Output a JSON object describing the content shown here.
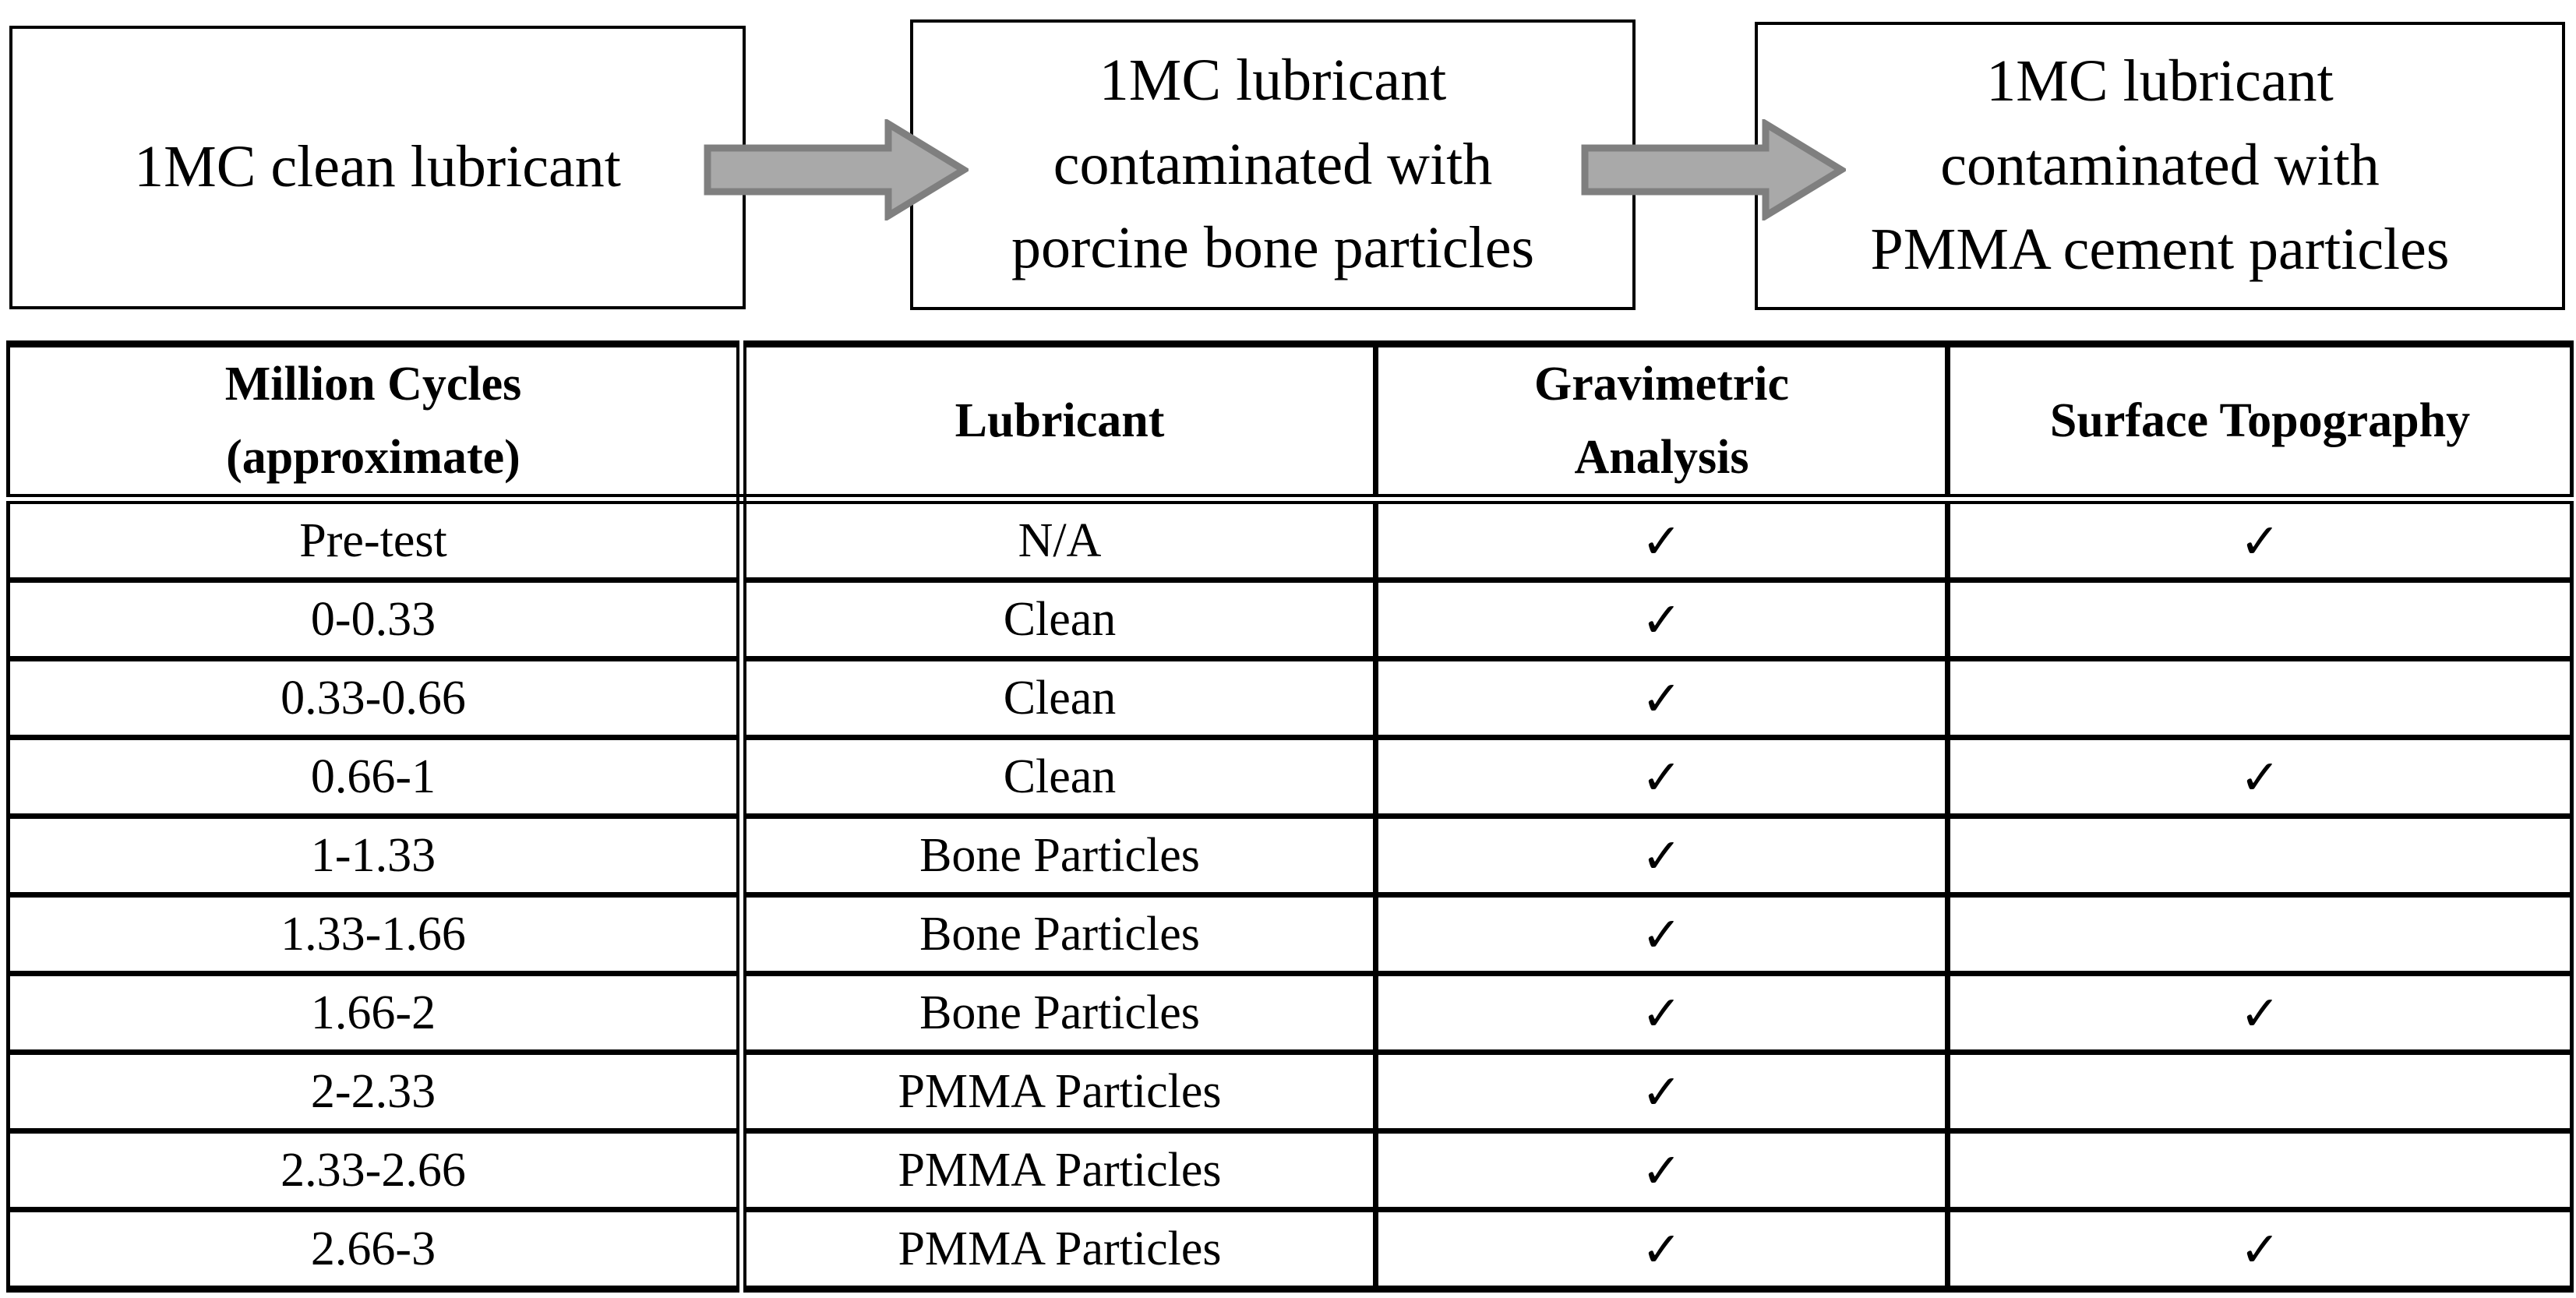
{
  "figure": {
    "flowchart": {
      "boxes": [
        {
          "label": "1MC clean lubricant"
        },
        {
          "label": "1MC lubricant\ncontaminated with\nporcine bone particles"
        },
        {
          "label": "1MC lubricant\ncontaminated with\nPMMA cement particles"
        }
      ],
      "arrow_icon": "right-block-arrow",
      "arrow_fill": "#a9a9a9",
      "arrow_stroke": "#7f7f7f"
    },
    "table": {
      "headers": [
        "Million Cycles\n(approximate)",
        "Lubricant",
        "Gravimetric\nAnalysis",
        "Surface Topography"
      ],
      "check_glyph": "✓",
      "rows": [
        {
          "cells": [
            "Pre-test",
            "N/A",
            "✓",
            "✓"
          ]
        },
        {
          "cells": [
            "0-0.33",
            "Clean",
            "✓",
            ""
          ]
        },
        {
          "cells": [
            "0.33-0.66",
            "Clean",
            "✓",
            ""
          ]
        },
        {
          "cells": [
            "0.66-1",
            "Clean",
            "✓",
            "✓"
          ]
        },
        {
          "cells": [
            "1-1.33",
            "Bone Particles",
            "✓",
            ""
          ]
        },
        {
          "cells": [
            "1.33-1.66",
            "Bone Particles",
            "✓",
            ""
          ]
        },
        {
          "cells": [
            "1.66-2",
            "Bone Particles",
            "✓",
            "✓"
          ]
        },
        {
          "cells": [
            "2-2.33",
            "PMMA Particles",
            "✓",
            ""
          ]
        },
        {
          "cells": [
            "2.33-2.66",
            "PMMA Particles",
            "✓",
            ""
          ]
        },
        {
          "cells": [
            "2.66-3",
            "PMMA Particles",
            "✓",
            "✓"
          ]
        }
      ]
    }
  }
}
